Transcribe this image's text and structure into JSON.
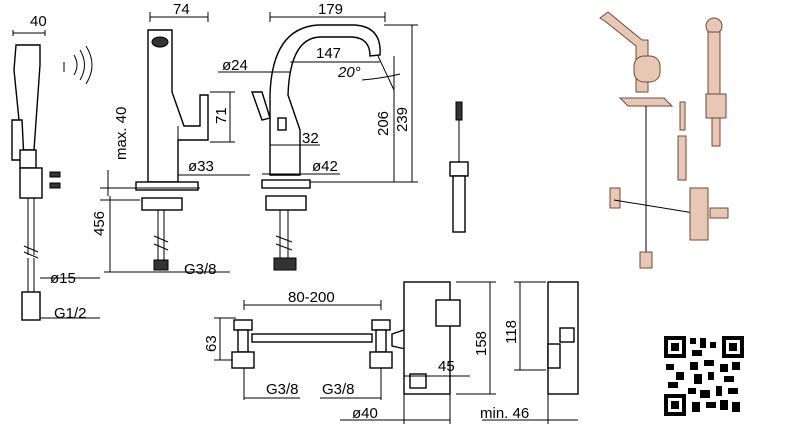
{
  "dimensions": {
    "side_width": "40",
    "side_diameter": "ø15",
    "side_thread": "G1/2",
    "spout_reach": "74",
    "max_thickness": "max. 40",
    "lever_height": "71",
    "body_diameter": "ø33",
    "pipe_length": "456",
    "tail_thread": "G3/8",
    "total_width": "179",
    "outlet_reach": "147",
    "outlet_diameter": "ø24",
    "swivel_angle": "20°",
    "spout_height": "206",
    "total_height": "239",
    "outlet_offset": "32",
    "base_diameter": "ø42",
    "mixer_width": "80-200",
    "mixer_height": "63",
    "box_height": "158",
    "box_offset": "45",
    "left_thread": "G3/8",
    "right_thread": "G3/8",
    "pipe_diameter": "ø40",
    "box_depth": "118",
    "min_depth": "min. 46"
  },
  "qr_code": {
    "label": "qr-code"
  },
  "colors": {
    "line": "#000000",
    "accent": "#e8c7b4"
  }
}
